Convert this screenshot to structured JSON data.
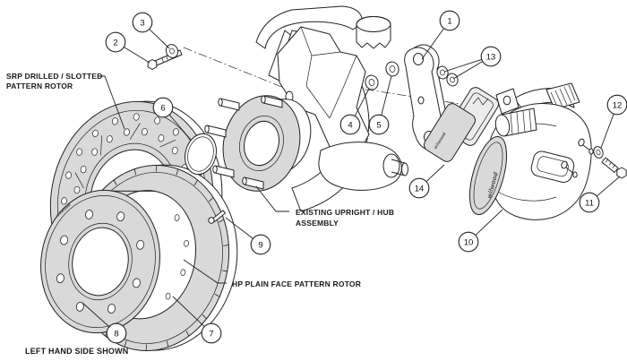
{
  "labels": {
    "srp_rotor_line1": "SRP DRILLED / SLOTTED",
    "srp_rotor_line2": "PATTERN ROTOR",
    "upright_line1": "EXISTING UPRIGHT / HUB",
    "upright_line2": "ASSEMBLY",
    "hp_rotor": "HP PLAIN FACE PATTERN ROTOR",
    "footnote": "LEFT HAND SIDE SHOWN"
  },
  "callouts": [
    "1",
    "2",
    "3",
    "4",
    "5",
    "6",
    "7",
    "8",
    "9",
    "10",
    "11",
    "12",
    "13",
    "14"
  ],
  "brand": "wilwood",
  "colors": {
    "line": "#222222",
    "machined_fill": "#d9d9d9",
    "background": "#ffffff"
  }
}
